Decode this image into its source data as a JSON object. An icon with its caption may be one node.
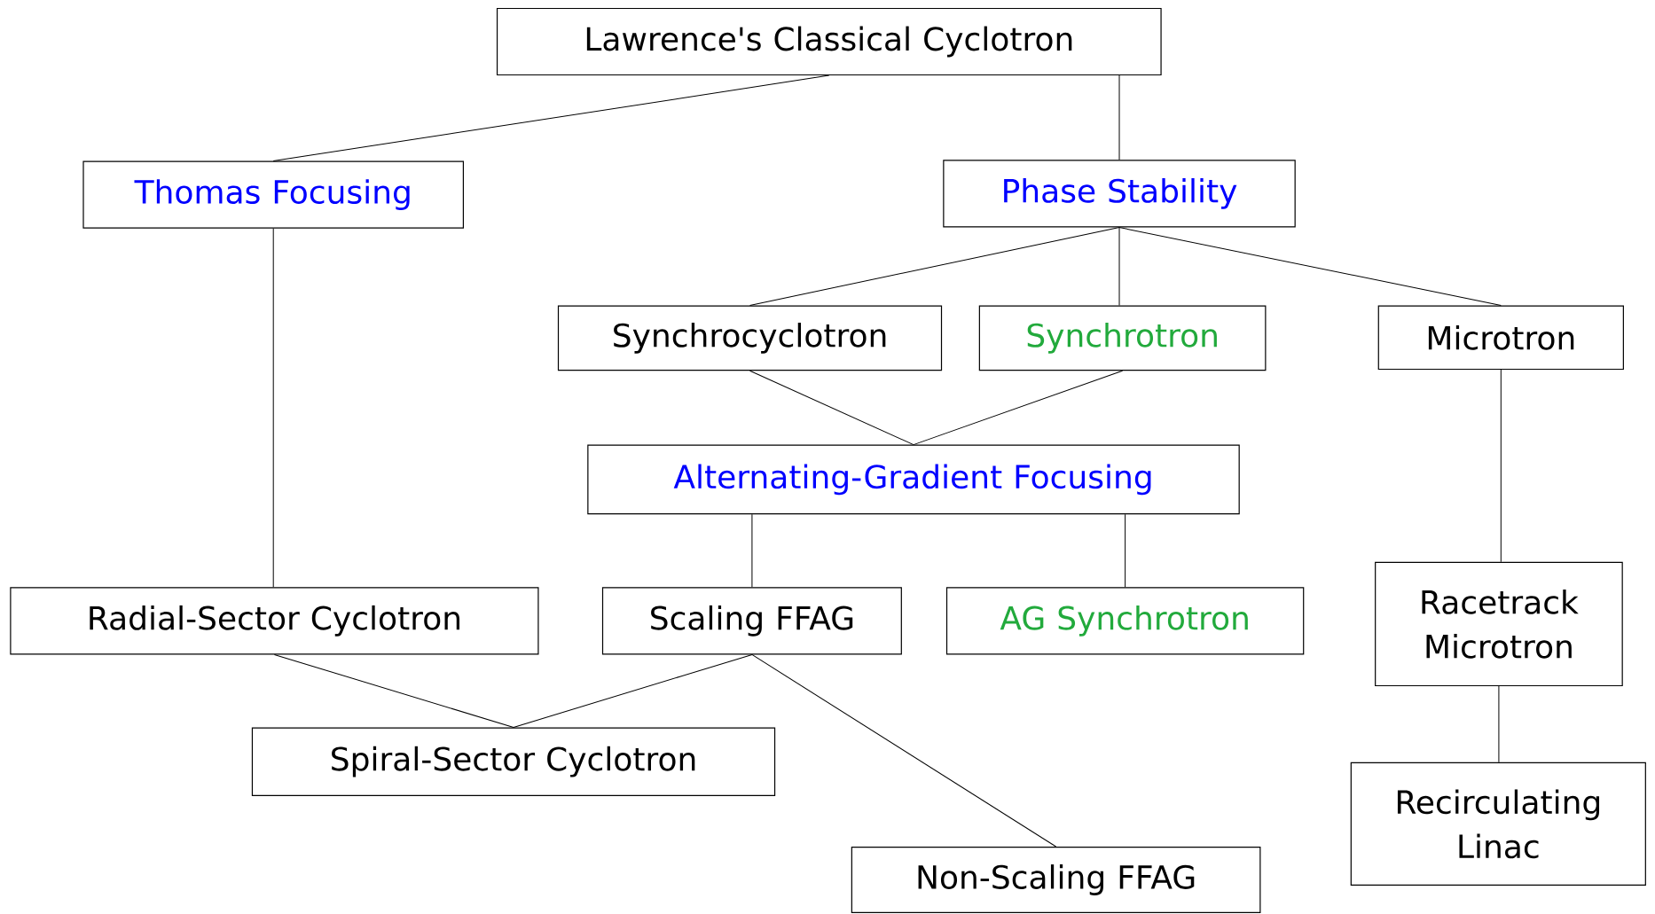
{
  "diagram": {
    "nodes": [
      {
        "text": [
          "Lawrence's Classical Cyclotron"
        ]
      },
      {
        "text": [
          "Thomas Focusing"
        ]
      },
      {
        "text": [
          "Phase Stability"
        ]
      },
      {
        "text": [
          "Synchrocyclotron"
        ]
      },
      {
        "text": [
          "Synchrotron"
        ]
      },
      {
        "text": [
          "Microtron"
        ]
      },
      {
        "text": [
          "Alternating-Gradient Focusing"
        ]
      },
      {
        "text": [
          "Radial-Sector Cyclotron"
        ]
      },
      {
        "text": [
          "Scaling FFAG"
        ]
      },
      {
        "text": [
          "AG Synchrotron"
        ]
      },
      {
        "text": [
          "Racetrack Microtron"
        ]
      },
      {
        "text": [
          "Spiral-Sector Cyclotron"
        ]
      },
      {
        "text": [
          "Non-Scaling FFAG"
        ]
      },
      {
        "text": [
          "Recirculating Linac"
        ]
      }
    ],
    "edges": [
      {
        "from": 0,
        "to": 1,
        "arrow": "none"
      },
      {
        "from": 0,
        "to": 2,
        "arrow": "none"
      },
      {
        "from": 2,
        "to": 3,
        "arrow": "none"
      },
      {
        "from": 2,
        "to": 4,
        "arrow": "none"
      },
      {
        "from": 2,
        "to": 5,
        "arrow": "none"
      },
      {
        "from": 1,
        "to": 7,
        "arrow": "none"
      },
      {
        "from": 3,
        "to": 6,
        "arrow": "none"
      },
      {
        "from": 4,
        "to": 6,
        "arrow": "none"
      },
      {
        "from": 6,
        "to": 8,
        "arrow": "none"
      },
      {
        "from": 6,
        "to": 9,
        "arrow": "none"
      },
      {
        "from": 5,
        "to": 10,
        "arrow": "none"
      },
      {
        "from": 7,
        "to": 11,
        "arrow": "none"
      },
      {
        "from": 8,
        "to": 11,
        "arrow": "none"
      },
      {
        "from": 8,
        "to": 12,
        "arrow": "none"
      },
      {
        "from": 10,
        "to": 13,
        "arrow": "none"
      }
    ]
  }
}
